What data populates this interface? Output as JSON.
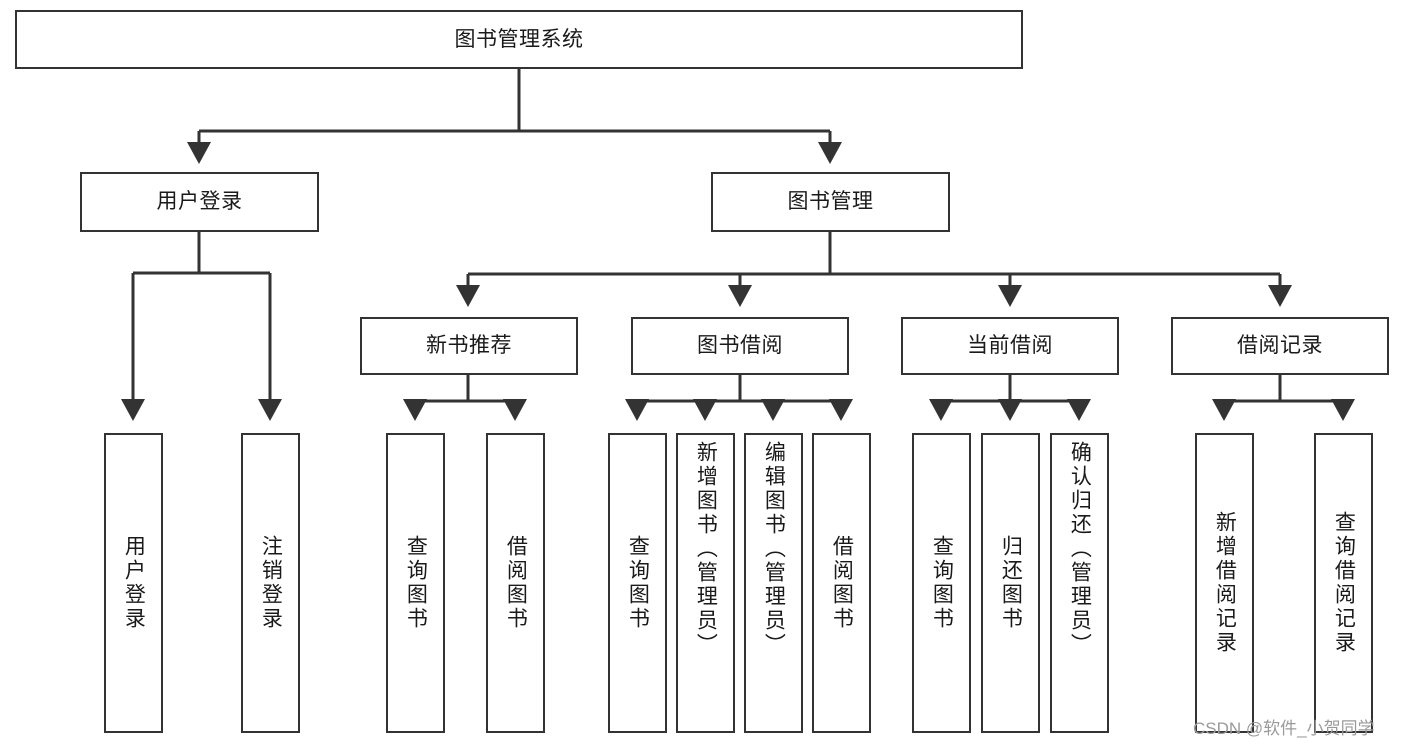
{
  "diagram": {
    "type": "tree-hierarchy-chart",
    "title": "图书管理系统",
    "root": {
      "id": "root",
      "label": "图书管理系统",
      "orientation": "horizontal"
    },
    "level1": [
      {
        "id": "user-login",
        "label": "用户登录",
        "orientation": "horizontal"
      },
      {
        "id": "book-management",
        "label": "图书管理",
        "orientation": "horizontal"
      }
    ],
    "level2": [
      {
        "id": "new-book-recommend",
        "label": "新书推荐",
        "parent": "book-management",
        "orientation": "horizontal"
      },
      {
        "id": "book-borrow",
        "label": "图书借阅",
        "parent": "book-management",
        "orientation": "horizontal"
      },
      {
        "id": "current-borrow",
        "label": "当前借阅",
        "parent": "book-management",
        "orientation": "horizontal"
      },
      {
        "id": "borrow-record",
        "label": "借阅记录",
        "parent": "book-management",
        "orientation": "horizontal"
      }
    ],
    "leaves": [
      {
        "id": "leaf-user-login",
        "label": "用户登录",
        "parent": "user-login",
        "orientation": "vertical",
        "align": "center"
      },
      {
        "id": "leaf-logout",
        "label": "注销登录",
        "parent": "user-login",
        "orientation": "vertical",
        "align": "center"
      },
      {
        "id": "leaf-query-book-1",
        "label": "查询图书",
        "parent": "new-book-recommend",
        "orientation": "vertical",
        "align": "center"
      },
      {
        "id": "leaf-borrow-book-1",
        "label": "借阅图书",
        "parent": "new-book-recommend",
        "orientation": "vertical",
        "align": "center"
      },
      {
        "id": "leaf-query-book-2",
        "label": "查询图书",
        "parent": "book-borrow",
        "orientation": "vertical",
        "align": "center"
      },
      {
        "id": "leaf-add-book",
        "label": "新增图书（管理员）",
        "parent": "book-borrow",
        "orientation": "vertical",
        "align": "top"
      },
      {
        "id": "leaf-edit-book",
        "label": "编辑图书（管理员）",
        "parent": "book-borrow",
        "orientation": "vertical",
        "align": "top"
      },
      {
        "id": "leaf-borrow-book-2",
        "label": "借阅图书",
        "parent": "book-borrow",
        "orientation": "vertical",
        "align": "center"
      },
      {
        "id": "leaf-query-book-3",
        "label": "查询图书",
        "parent": "current-borrow",
        "orientation": "vertical",
        "align": "center"
      },
      {
        "id": "leaf-return-book",
        "label": "归还图书",
        "parent": "current-borrow",
        "orientation": "vertical",
        "align": "center"
      },
      {
        "id": "leaf-confirm-return",
        "label": "确认归还（管理员）",
        "parent": "current-borrow",
        "orientation": "vertical",
        "align": "top"
      },
      {
        "id": "leaf-add-record",
        "label": "新增借阅记录",
        "parent": "borrow-record",
        "orientation": "vertical",
        "align": "center"
      },
      {
        "id": "leaf-query-record",
        "label": "查询借阅记录",
        "parent": "borrow-record",
        "orientation": "vertical",
        "align": "center"
      }
    ]
  },
  "watermark": {
    "text": "CSDN @软件_小贺同学"
  },
  "colors": {
    "stroke": "#333333",
    "box_fill": "#ffffff",
    "text": "#1a1a1a",
    "watermark": "#9a9a9a",
    "background": "#ffffff"
  }
}
